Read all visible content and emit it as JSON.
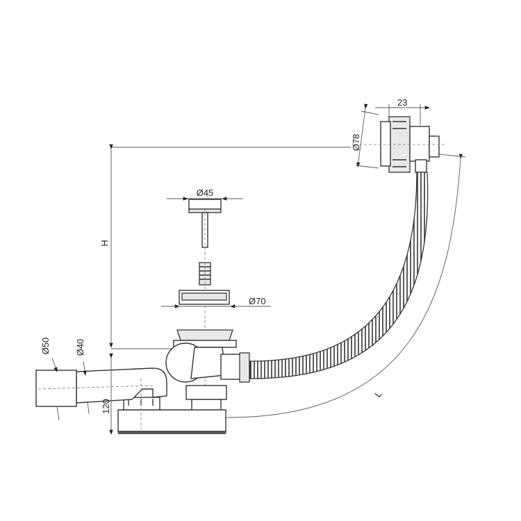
{
  "dimensions": {
    "height": "H",
    "length": "L",
    "d45": "Ø45",
    "d70": "Ø70",
    "d78": "Ø78",
    "w23": "23",
    "d50": "Ø50",
    "d40": "Ø40",
    "h120": "120"
  }
}
